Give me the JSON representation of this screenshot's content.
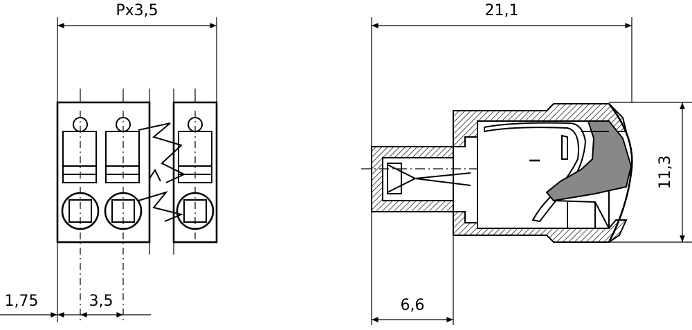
{
  "dimensions": {
    "pitch_label": "Px3,5",
    "overall_length": "21,1",
    "height": "11,3",
    "pin_offset": "6,6",
    "edge_offset": "1,75",
    "pitch": "3,5"
  }
}
